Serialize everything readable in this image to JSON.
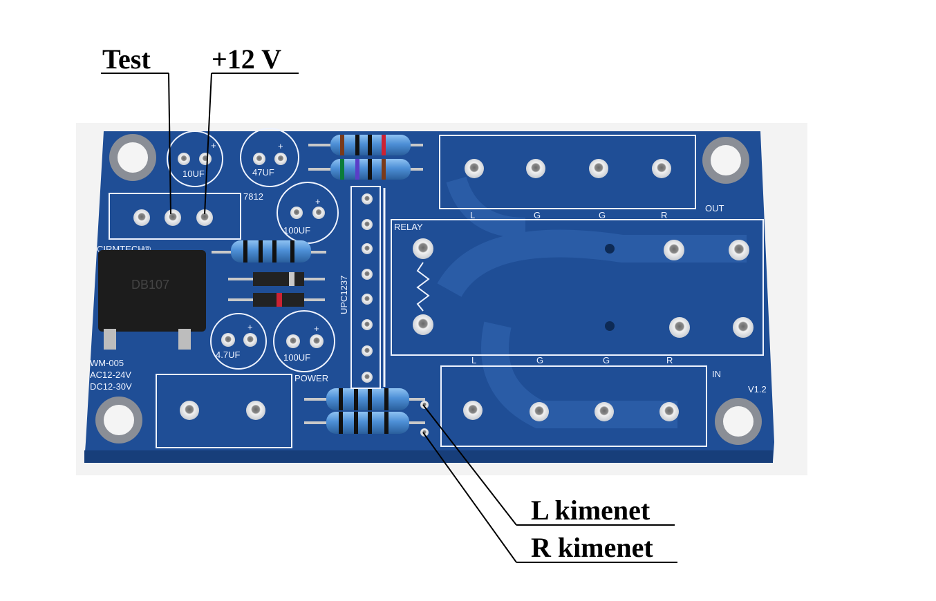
{
  "callouts": {
    "test": "Test",
    "v12": "+12 V",
    "l_out": "L kimenet",
    "r_out": "R kimenet"
  },
  "board": {
    "brand": "CIRMTECH®",
    "cap_10": "10UF",
    "cap_47": "47UF",
    "cap_100a": "100UF",
    "cap_100b": "100UF",
    "cap_4_7": "4.7UF",
    "plus": "+",
    "regulator": "7812",
    "bridge_mark": "DB107",
    "bridge_part": "WM-005",
    "supply_ac": "AC12-24V",
    "supply_dc": "DC12-30V",
    "power": "POWER",
    "ic": "UPC1237",
    "relay": "RELAY",
    "out": "OUT",
    "in": "IN",
    "version": "V1.2",
    "pin_l": "L",
    "pin_g": "G",
    "pin_r": "R"
  },
  "colors": {
    "pcb": "#1f4e96",
    "pcb_trace": "#2a5ca6",
    "silkscreen": "#eef3ff",
    "resistor_body": "#4d8fd6",
    "bridge_body": "#1c1c1c"
  }
}
